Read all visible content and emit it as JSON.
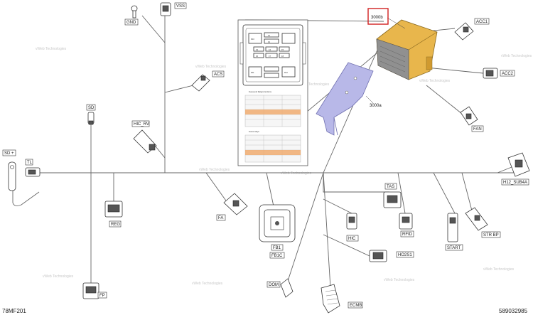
{
  "diagram_id": "78MF201",
  "part_number": "589032985",
  "callouts": {
    "module": "3000b",
    "bracket": "3000a"
  },
  "connectors": {
    "gnd": "GND",
    "vss": "VSS",
    "acs": "ACS",
    "sd": "SD",
    "sd_plus": "SD +",
    "tl": "TL",
    "hic_rv": "HIC_RV",
    "reg": "REG",
    "fp": "FP",
    "fa": "FA",
    "fb1": "FB1",
    "fb1c": "FB1C",
    "acc1": "ACC1",
    "acc2": "ACC2",
    "fan": "FAN",
    "h12_sub4a": "H12_SUB4A",
    "tas": "TAS",
    "rfid": "RFID",
    "hic": "HIC",
    "h02s1": "HO2S1",
    "start": "START",
    "str_bp": "STR BP",
    "dom": "DOM",
    "ecmb": "ECMB"
  },
  "watermark": "vWeb Technologies",
  "fuse_box": {
    "slots": [
      "R10",
      "F1",
      "F2",
      "F3",
      "F4",
      "F5",
      "F6",
      "F7",
      "F8",
      "R11",
      "R12"
    ],
    "section_title": "Fuses and Relays functions",
    "subsection_title": "Fuses relays"
  },
  "colors": {
    "module_body": "#e8b64c",
    "bracket": "#b8b8e8",
    "callout_box": "#d11f1f",
    "table_highlight": "#f0a868"
  }
}
